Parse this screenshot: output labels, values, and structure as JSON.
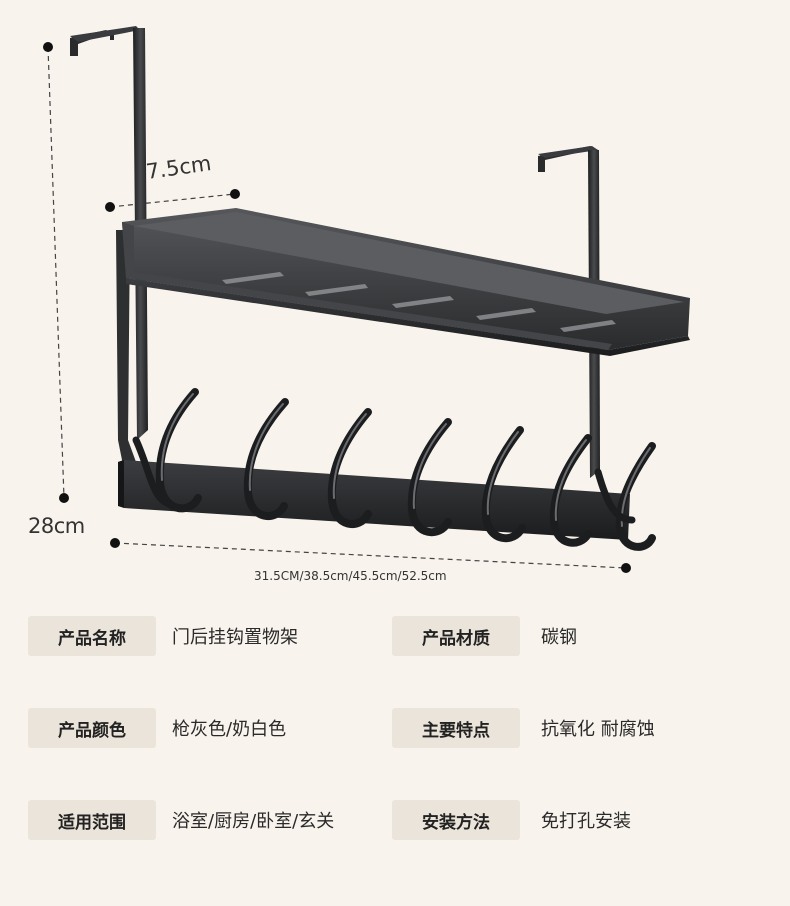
{
  "dimensions": {
    "height": "28cm",
    "depth": "7.5cm",
    "widths": "31.5CM/38.5cm/45.5cm/52.5cm"
  },
  "product_image": "door-hanging-hook-rack",
  "specs": [
    {
      "label": "产品名称",
      "value": "门后挂钩置物架"
    },
    {
      "label": "产品材质",
      "value": "碳钢"
    },
    {
      "label": "产品颜色",
      "value": "枪灰色/奶白色"
    },
    {
      "label": "主要特点",
      "value": "抗氧化 耐腐蚀"
    },
    {
      "label": "适用范围",
      "value": "浴室/厨房/卧室/玄关"
    },
    {
      "label": "安装方法",
      "value": "免打孔安装"
    }
  ],
  "colors": {
    "background": "#f8f3ec",
    "label_bg": "#ebe4da",
    "product": "#2b2c2e"
  }
}
